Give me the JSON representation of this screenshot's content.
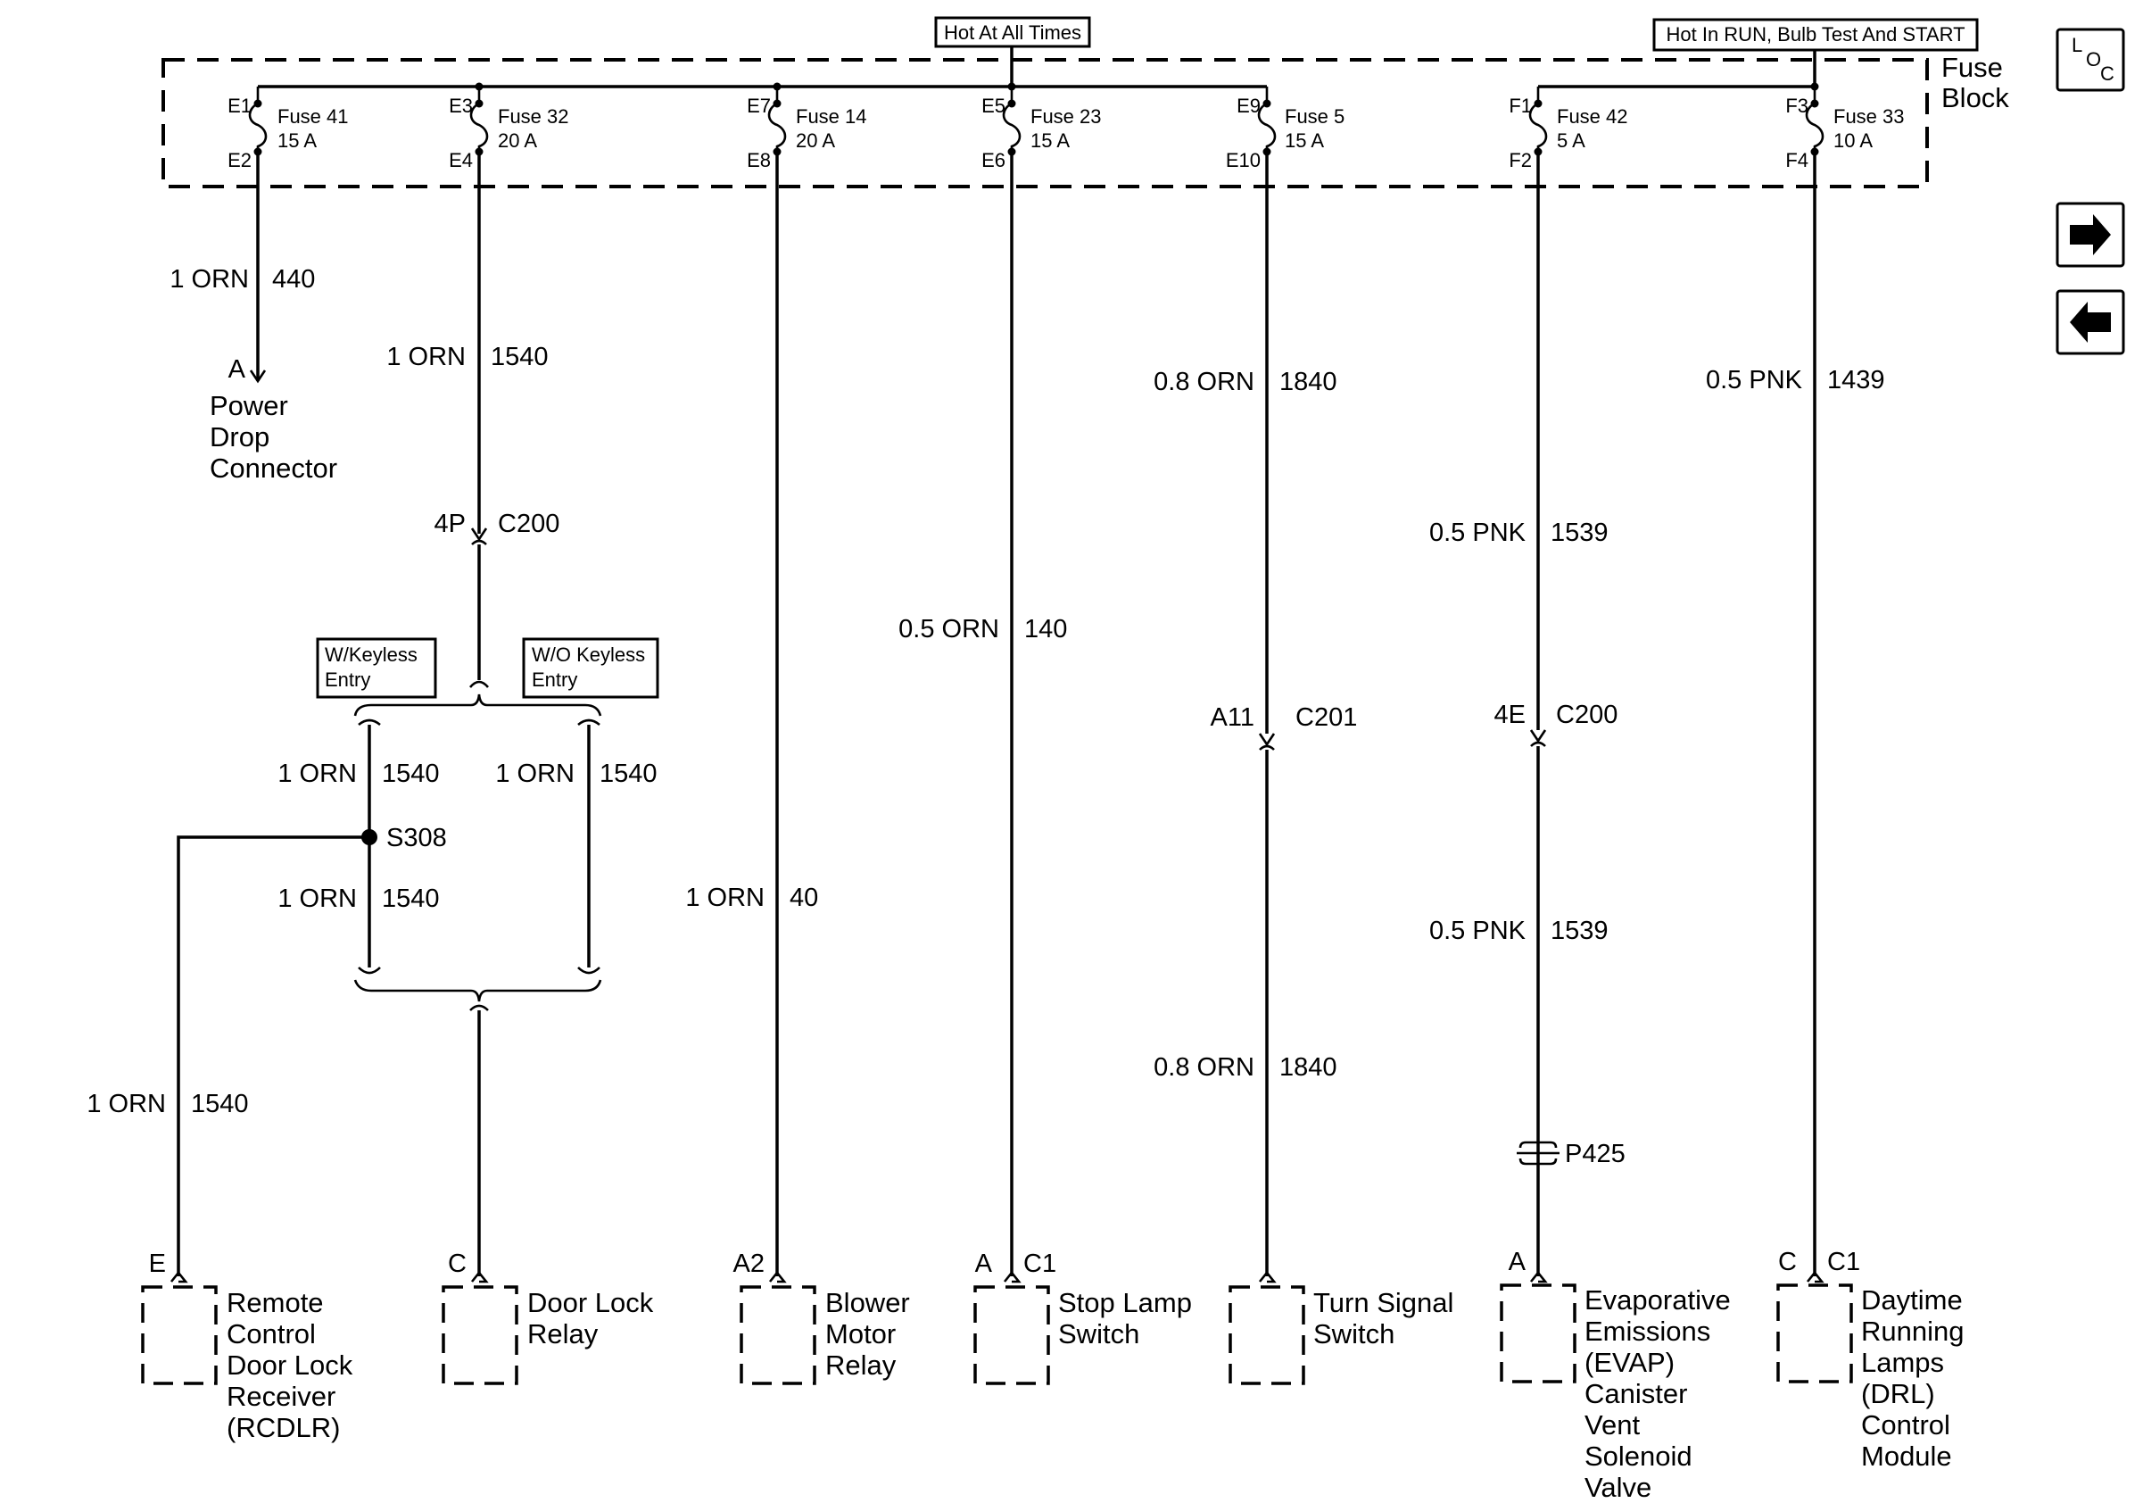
{
  "labels": {
    "hot_all_times": "Hot At All Times",
    "hot_run": "Hot In RUN, Bulb Test And START",
    "fuse_block_1": "Fuse",
    "fuse_block_2": "Block",
    "loc_l": "L",
    "loc_o": "O",
    "loc_c": "C",
    "keyless_w_1": "W/Keyless",
    "keyless_w_2": "Entry",
    "keyless_wo_1": "W/O Keyless",
    "keyless_wo_2": "Entry"
  },
  "fuses": [
    {
      "top": "E1",
      "bottom": "E2",
      "name": "Fuse 41",
      "rating": "15 A"
    },
    {
      "top": "E3",
      "bottom": "E4",
      "name": "Fuse 32",
      "rating": "20 A"
    },
    {
      "top": "E7",
      "bottom": "E8",
      "name": "Fuse 14",
      "rating": "20 A"
    },
    {
      "top": "E5",
      "bottom": "E6",
      "name": "Fuse 23",
      "rating": "15 A"
    },
    {
      "top": "E9",
      "bottom": "E10",
      "name": "Fuse 5",
      "rating": "15 A"
    },
    {
      "top": "F1",
      "bottom": "F2",
      "name": "Fuse 42",
      "rating": "5 A"
    },
    {
      "top": "F3",
      "bottom": "F4",
      "name": "Fuse 33",
      "rating": "10 A"
    }
  ],
  "wires": [
    {
      "color": "1 ORN",
      "circuit": "440"
    },
    {
      "color": "1 ORN",
      "circuit": "1540"
    },
    {
      "color": "0.8 ORN",
      "circuit": "1840"
    },
    {
      "color": "0.5 PNK",
      "circuit": "1439"
    },
    {
      "color": "0.5 PNK",
      "circuit": "1539"
    },
    {
      "color": "0.5 ORN",
      "circuit": "140"
    },
    {
      "color": "1 ORN",
      "circuit": "1540"
    },
    {
      "color": "1 ORN",
      "circuit": "1540"
    },
    {
      "color": "1 ORN",
      "circuit": "1540"
    },
    {
      "color": "1 ORN",
      "circuit": "40"
    },
    {
      "color": "0.5 PNK",
      "circuit": "1539"
    },
    {
      "color": "0.8 ORN",
      "circuit": "1840"
    },
    {
      "color": "1 ORN",
      "circuit": "1540"
    }
  ],
  "connectors": [
    {
      "pin": "4P",
      "name": "C200"
    },
    {
      "pin": "A11",
      "name": "C201"
    },
    {
      "pin": "4E",
      "name": "C200"
    },
    {
      "pin": "",
      "name": "P425"
    }
  ],
  "splice": "S308",
  "power_drop": {
    "pin": "A",
    "lines": [
      "Power",
      "Drop",
      "Connector"
    ]
  },
  "components": [
    {
      "pin": "E",
      "lines": [
        "Remote",
        "Control",
        "Door Lock",
        "Receiver",
        "(RCDLR)"
      ]
    },
    {
      "pin": "C",
      "lines": [
        "Door Lock",
        "Relay"
      ]
    },
    {
      "pin": "A2",
      "lines": [
        "Blower",
        "Motor",
        "Relay"
      ]
    },
    {
      "pin": "A",
      "pin2": "C1",
      "lines": [
        "Stop Lamp",
        "Switch"
      ]
    },
    {
      "pin": "",
      "lines": [
        "Turn Signal",
        "Switch"
      ]
    },
    {
      "pin": "A",
      "lines": [
        "Evaporative",
        "Emissions",
        "(EVAP)",
        "Canister",
        "Vent",
        "Solenoid",
        "Valve"
      ]
    },
    {
      "pin": "C",
      "pin2": "C1",
      "lines": [
        "Daytime",
        "Running",
        "Lamps",
        "(DRL)",
        "Control",
        "Module"
      ]
    }
  ],
  "nav": {
    "forward": "forward-arrow-icon",
    "back": "back-arrow-icon",
    "locator": "location-icon"
  }
}
